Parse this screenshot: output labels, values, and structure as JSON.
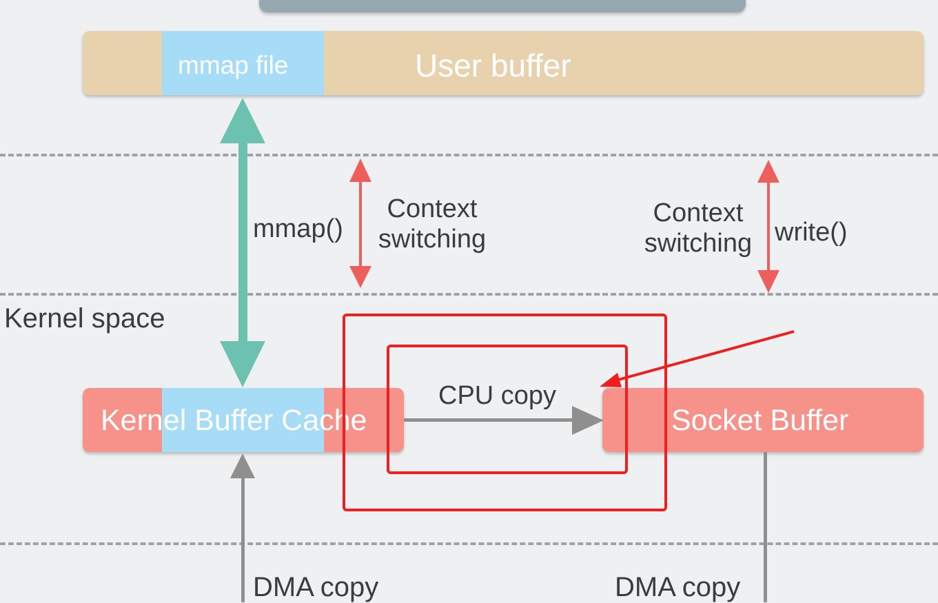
{
  "user_space_box": {
    "label": ""
  },
  "user_buffer": {
    "mmap_label": "mmap file",
    "label": "User buffer"
  },
  "context_switch_left": {
    "call": "mmap()",
    "label_line1": "Context",
    "label_line2": "switching"
  },
  "context_switch_right": {
    "call": "write()",
    "label_line1": "Context",
    "label_line2": "switching"
  },
  "kernel_space_label": "Kernel space",
  "kernel_buffer": {
    "label": "Kernel Buffer Cache"
  },
  "socket_buffer": {
    "label": "Socket Buffer"
  },
  "cpu_copy_label": "CPU copy",
  "dma_left_label": "DMA copy",
  "dma_right_label": "DMA copy",
  "colors": {
    "background": "#eff0f1",
    "user_buffer": "#e8d1ad",
    "mmap_region": "#a6dcf5",
    "kernel_buffer": "#f7928a",
    "socket_buffer": "#f7928a",
    "top_box": "#96a8b1",
    "mmap_arrow": "#6dc1b0",
    "context_arrow": "#ec5f5d",
    "gray_arrow": "#8f8f8f",
    "annotation": "#ef1f1f",
    "dashed": "#9ea3a8"
  }
}
